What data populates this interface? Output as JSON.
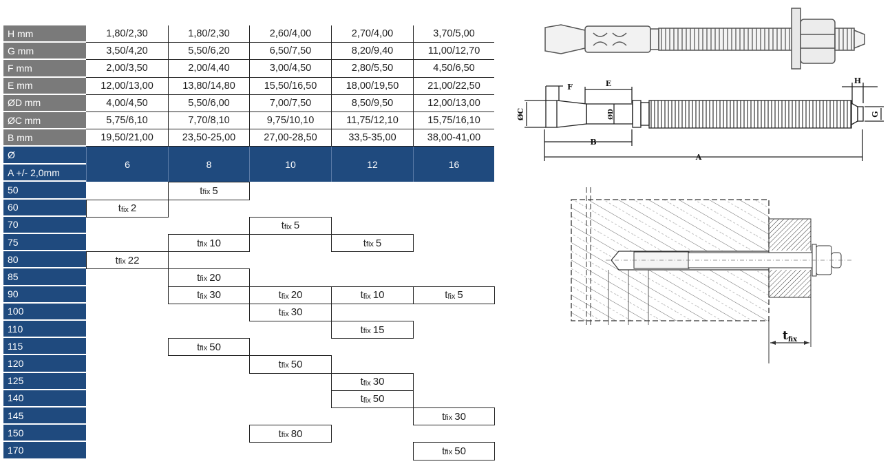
{
  "dimension_table": {
    "rows": [
      {
        "label": "H mm",
        "values": [
          "1,80/2,30",
          "1,80/2,30",
          "2,60/4,00",
          "2,70/4,00",
          "3,70/5,00"
        ]
      },
      {
        "label": "G mm",
        "values": [
          "3,50/4,20",
          "5,50/6,20",
          "6,50/7,50",
          "8,20/9,40",
          "11,00/12,70"
        ]
      },
      {
        "label": "F mm",
        "values": [
          "2,00/3,50",
          "2,00/4,40",
          "3,00/4,50",
          "2,80/5,50",
          "4,50/6,50"
        ]
      },
      {
        "label": "E mm",
        "values": [
          "12,00/13,00",
          "13,80/14,80",
          "15,50/16,50",
          "18,00/19,50",
          "21,00/22,50"
        ]
      },
      {
        "label": "ØD mm",
        "values": [
          "4,00/4,50",
          "5,50/6,00",
          "7,00/7,50",
          "8,50/9,50",
          "12,00/13,00"
        ]
      },
      {
        "label": "ØC mm",
        "values": [
          "5,75/6,10",
          "7,70/8,10",
          "9,75/10,10",
          "11,75/12,10",
          "15,75/16,10"
        ]
      },
      {
        "label": "B mm",
        "values": [
          "19,50/21,00",
          "23,50-25,00",
          "27,00-28,50",
          "33,5-35,00",
          "38,00-41,00"
        ]
      }
    ],
    "header": {
      "diameter_label": "Ø",
      "length_label": "A +/- 2,0mm",
      "diameters": [
        "6",
        "8",
        "10",
        "12",
        "16"
      ]
    }
  },
  "tfix_table": {
    "t": "t",
    "sub": "fix",
    "rows": [
      {
        "length": "50",
        "cells": [
          null,
          "5",
          null,
          null,
          null
        ]
      },
      {
        "length": "60",
        "cells": [
          "2",
          null,
          null,
          null,
          null
        ]
      },
      {
        "length": "70",
        "cells": [
          null,
          null,
          "5",
          null,
          null
        ]
      },
      {
        "length": "75",
        "cells": [
          null,
          "10",
          null,
          "5",
          null
        ]
      },
      {
        "length": "80",
        "cells": [
          "22",
          null,
          null,
          null,
          null
        ]
      },
      {
        "length": "85",
        "cells": [
          null,
          "20",
          null,
          null,
          null
        ]
      },
      {
        "length": "90",
        "cells": [
          null,
          "30",
          "20",
          "10",
          "5"
        ]
      },
      {
        "length": "100",
        "cells": [
          null,
          null,
          "30",
          null,
          null
        ]
      },
      {
        "length": "110",
        "cells": [
          null,
          null,
          null,
          "15",
          null
        ]
      },
      {
        "length": "115",
        "cells": [
          null,
          "50",
          null,
          null,
          null
        ]
      },
      {
        "length": "120",
        "cells": [
          null,
          null,
          "50",
          null,
          null
        ]
      },
      {
        "length": "125",
        "cells": [
          null,
          null,
          null,
          "30",
          null
        ]
      },
      {
        "length": "140",
        "cells": [
          null,
          null,
          null,
          "50",
          null
        ]
      },
      {
        "length": "145",
        "cells": [
          null,
          null,
          null,
          null,
          "30"
        ]
      },
      {
        "length": "150",
        "cells": [
          null,
          null,
          "80",
          null,
          null
        ]
      },
      {
        "length": "170",
        "cells": [
          null,
          null,
          null,
          null,
          "50"
        ]
      }
    ]
  },
  "diagram": {
    "labels": {
      "A": "A",
      "B": "B",
      "E": "E",
      "F": "F",
      "H": "H",
      "G": "G",
      "C": "ØC",
      "D": "ØD",
      "tfix_t": "t",
      "tfix_sub": "fix"
    }
  },
  "colors": {
    "label_gray": "#7a7a7a",
    "header_blue": "#1f4a7e"
  }
}
